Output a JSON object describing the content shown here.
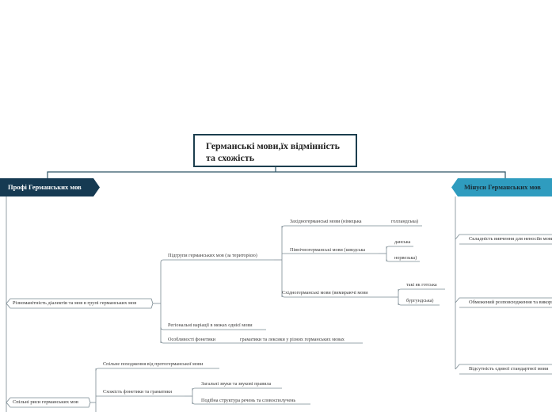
{
  "central_topic": "Германські мови,їх відмінність та схожість",
  "main_topics": {
    "pros": "Профі Германських мов",
    "cons": "Мінуси Германських мов"
  },
  "pros": {
    "diversity": {
      "label": "Різноманітність діалектів та мов в групі германських мов",
      "subgroups": {
        "label": "Підгрупи германських мов (за територією)",
        "west": {
          "label": "Західногерманські мови (німецька",
          "extra": "голландська)"
        },
        "north": {
          "label": "Північногерманські мови (шведська",
          "items": [
            "данська",
            "норвезька)"
          ]
        },
        "east": {
          "label": "Східногерманські мови (вимираючі мови",
          "items": [
            "такі як готська",
            "бургундська)"
          ]
        }
      },
      "regional": "Регіональні варіації в межах однієї мови",
      "phonetics": {
        "label": "Особливості фонетики",
        "extra": "граматики та лексики у різних германських мовах"
      }
    },
    "common": {
      "label": "Спільні риси германських мов",
      "origin": "Спільне походження від протогерманської мови",
      "similarity": {
        "label": "Схожість фонетики та граматики",
        "items": [
          "Загальні звуки та звукові правила",
          "Подібна структура речень та словосполучень"
        ]
      }
    }
  },
  "cons": [
    "Складність вивчення для неносіїв мови",
    "Обмежений розповсюдження та використання",
    "Відсутність єдиної стандартної мови"
  ],
  "colors": {
    "central_border": "#1c3e4e",
    "pros_fill": "#163a52",
    "cons_fill": "#2f9cbf",
    "connector": "#2d5566",
    "branch": "#7a8a92"
  }
}
